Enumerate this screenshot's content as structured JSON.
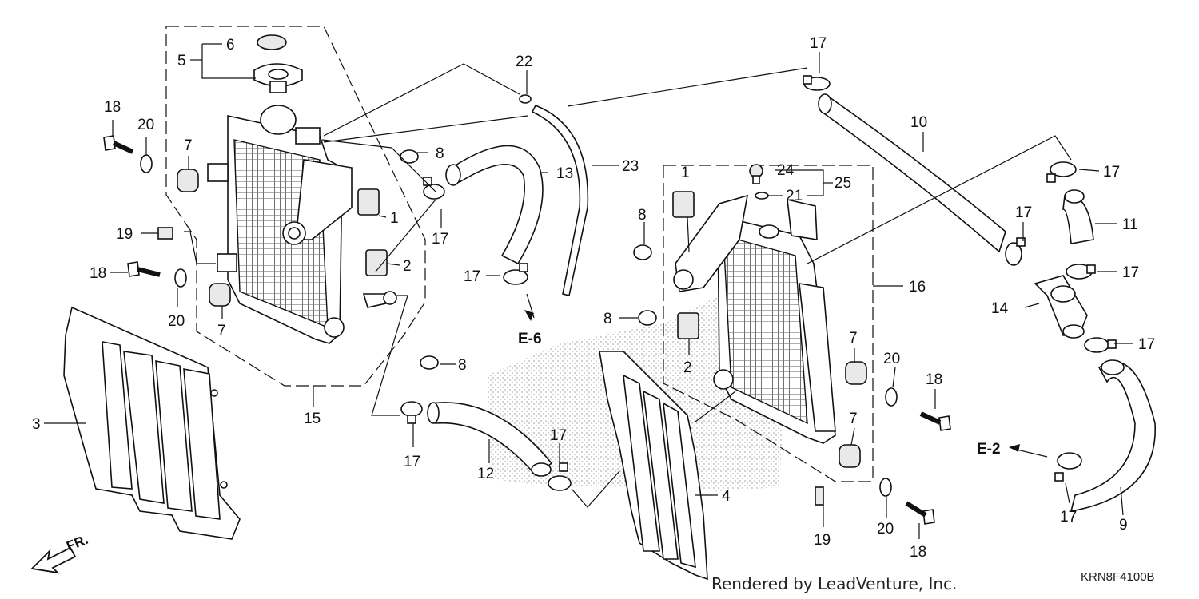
{
  "diagram_code": "KRN8F4100B",
  "footer_text": "Rendered by LeadVenture, Inc.",
  "direction_label": "FR.",
  "refs": {
    "e6": "E-6",
    "e2": "E-2"
  },
  "callouts": {
    "c1a": "1",
    "c1b": "1",
    "c2a": "2",
    "c2b": "2",
    "c3": "3",
    "c4": "4",
    "c5": "5",
    "c6": "6",
    "c7a": "7",
    "c7b": "7",
    "c7c": "7",
    "c7d": "7",
    "c8a": "8",
    "c8b": "8",
    "c8c": "8",
    "c8d": "8",
    "c9": "9",
    "c10": "10",
    "c11": "11",
    "c12": "12",
    "c13": "13",
    "c14": "14",
    "c15": "15",
    "c16": "16",
    "c17a": "17",
    "c17b": "17",
    "c17c": "17",
    "c17d": "17",
    "c17e": "17",
    "c17f": "17",
    "c17g": "17",
    "c17h": "17",
    "c17i": "17",
    "c17j": "17",
    "c18a": "18",
    "c18b": "18",
    "c18c": "18",
    "c18d": "18",
    "c19a": "19",
    "c19b": "19",
    "c20a": "20",
    "c20b": "20",
    "c20c": "20",
    "c20d": "20",
    "c21": "21",
    "c22": "22",
    "c23": "23",
    "c24": "24",
    "c25": "25"
  }
}
